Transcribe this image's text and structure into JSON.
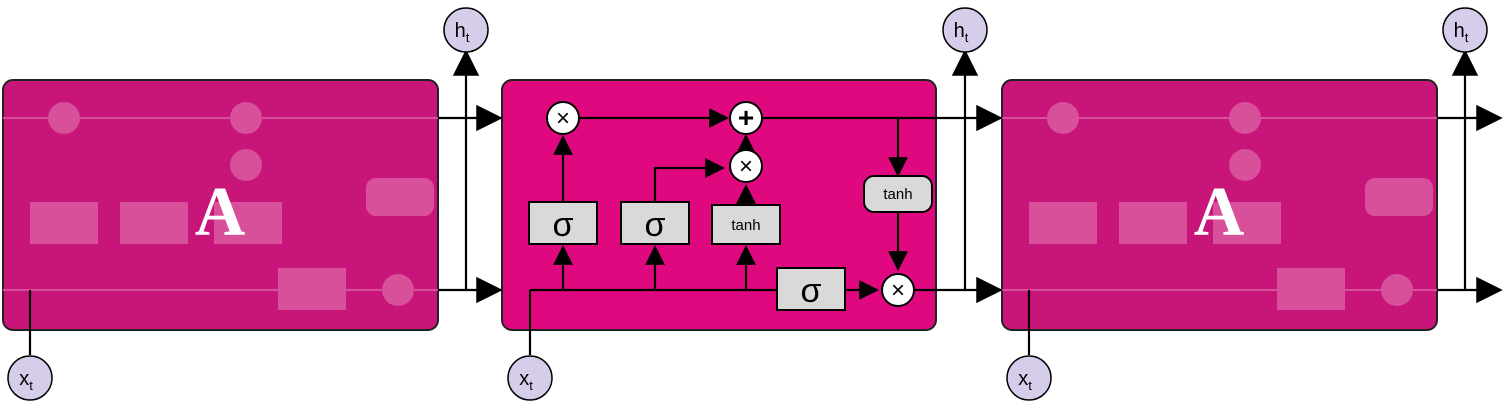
{
  "diagram": {
    "colors": {
      "cell_fill": "#e0087f",
      "cell_fill_faded": "#c8157a",
      "ghost": "#d84f9a",
      "ghost_text": "#e879b4",
      "gate_box": "#d9d9d9",
      "node_fill": "#ffffff",
      "io_fill": "#d6cdea",
      "line": "#000000"
    },
    "cells": [
      {
        "label": "A",
        "state": "faded"
      },
      {
        "label": "",
        "state": "active"
      },
      {
        "label": "A",
        "state": "faded"
      }
    ],
    "inputs": [
      {
        "sym": "x",
        "sub": "t"
      },
      {
        "sym": "x",
        "sub": "t"
      },
      {
        "sym": "x",
        "sub": "t"
      }
    ],
    "outputs": [
      {
        "sym": "h",
        "sub": "t"
      },
      {
        "sym": "h",
        "sub": "t"
      },
      {
        "sym": "h",
        "sub": "t"
      }
    ],
    "gates": {
      "sigma": "σ",
      "tanh": "tanh",
      "multiply": "×",
      "add": "+"
    }
  }
}
